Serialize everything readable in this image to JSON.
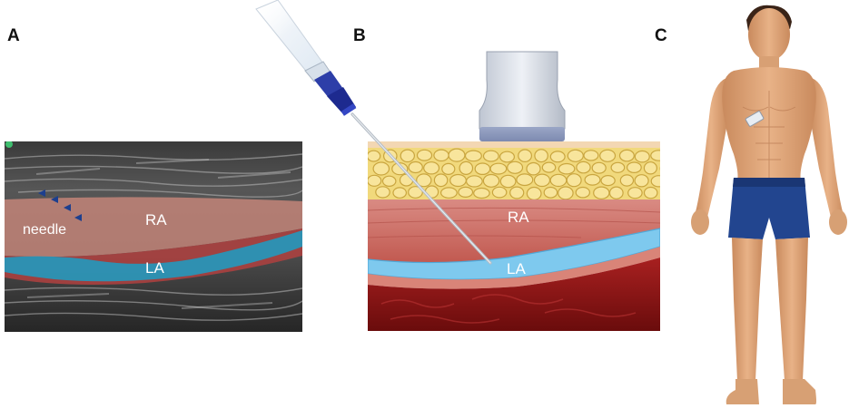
{
  "panels": {
    "a": {
      "letter": "A",
      "needle_label": "needle",
      "ra_label": "RA",
      "la_label": "LA"
    },
    "b": {
      "letter": "B",
      "ra_label": "RA",
      "la_label": "LA"
    },
    "c": {
      "letter": "C"
    }
  },
  "colors": {
    "ra_overlay": "#c7867a",
    "la_overlay": "#1f9bc0",
    "fat": "#f1d97c",
    "muscle": "#c9635f",
    "deep_muscle": "#9e1a1a",
    "fascia_fluid": "#7ec9ee",
    "skin": "#e1a879",
    "shorts": "#22458f",
    "arrowheads": "#1d3f8e"
  }
}
